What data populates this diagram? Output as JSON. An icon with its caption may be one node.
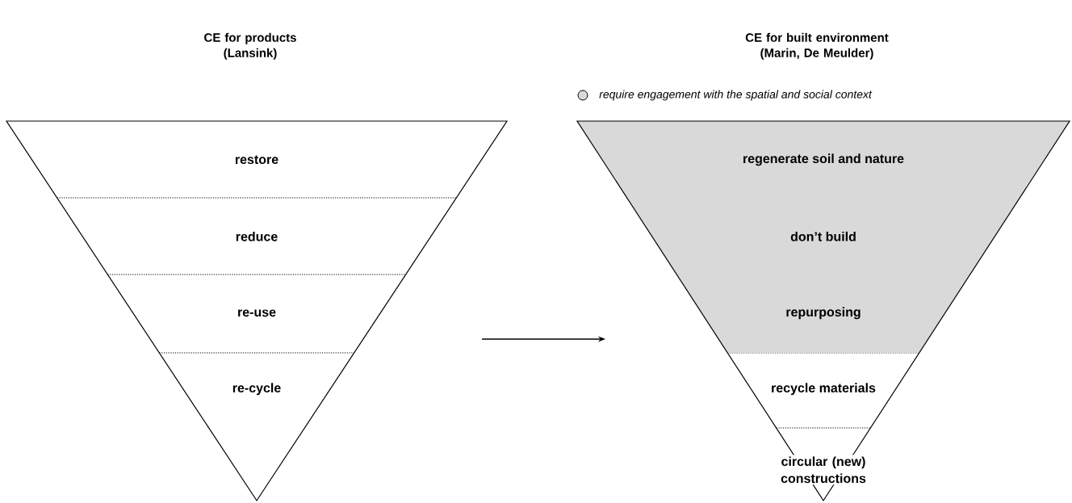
{
  "diagram": {
    "nodes": [
      {
        "text": [],
        "shape": "triangle"
      },
      {
        "text": [
          "restore"
        ],
        "in": 0
      },
      {
        "text": [
          "reduce"
        ],
        "in": 0
      },
      {
        "text": [
          "re-use"
        ],
        "in": 0
      },
      {
        "text": [
          "re-cycle"
        ],
        "in": 0
      },
      {
        "text": [],
        "shape": "triangle"
      },
      {
        "text": [
          "regenerate soil and nature"
        ],
        "in": 5
      },
      {
        "text": [
          "don’t build"
        ],
        "in": 5
      },
      {
        "text": [
          "repurposing"
        ],
        "in": 5
      },
      {
        "text": [
          "recycle materials"
        ],
        "in": 5
      },
      {
        "text": [
          "circular (new) constructions"
        ],
        "in": 5
      }
    ],
    "labels": [
      "CE for products (Lansink)",
      "CE for built environment (Marin, De Meulder)"
    ],
    "legend": [
      {
        "text": "require engagement with the spatial and social context",
        "color": "#d9d9d9"
      }
    ]
  }
}
